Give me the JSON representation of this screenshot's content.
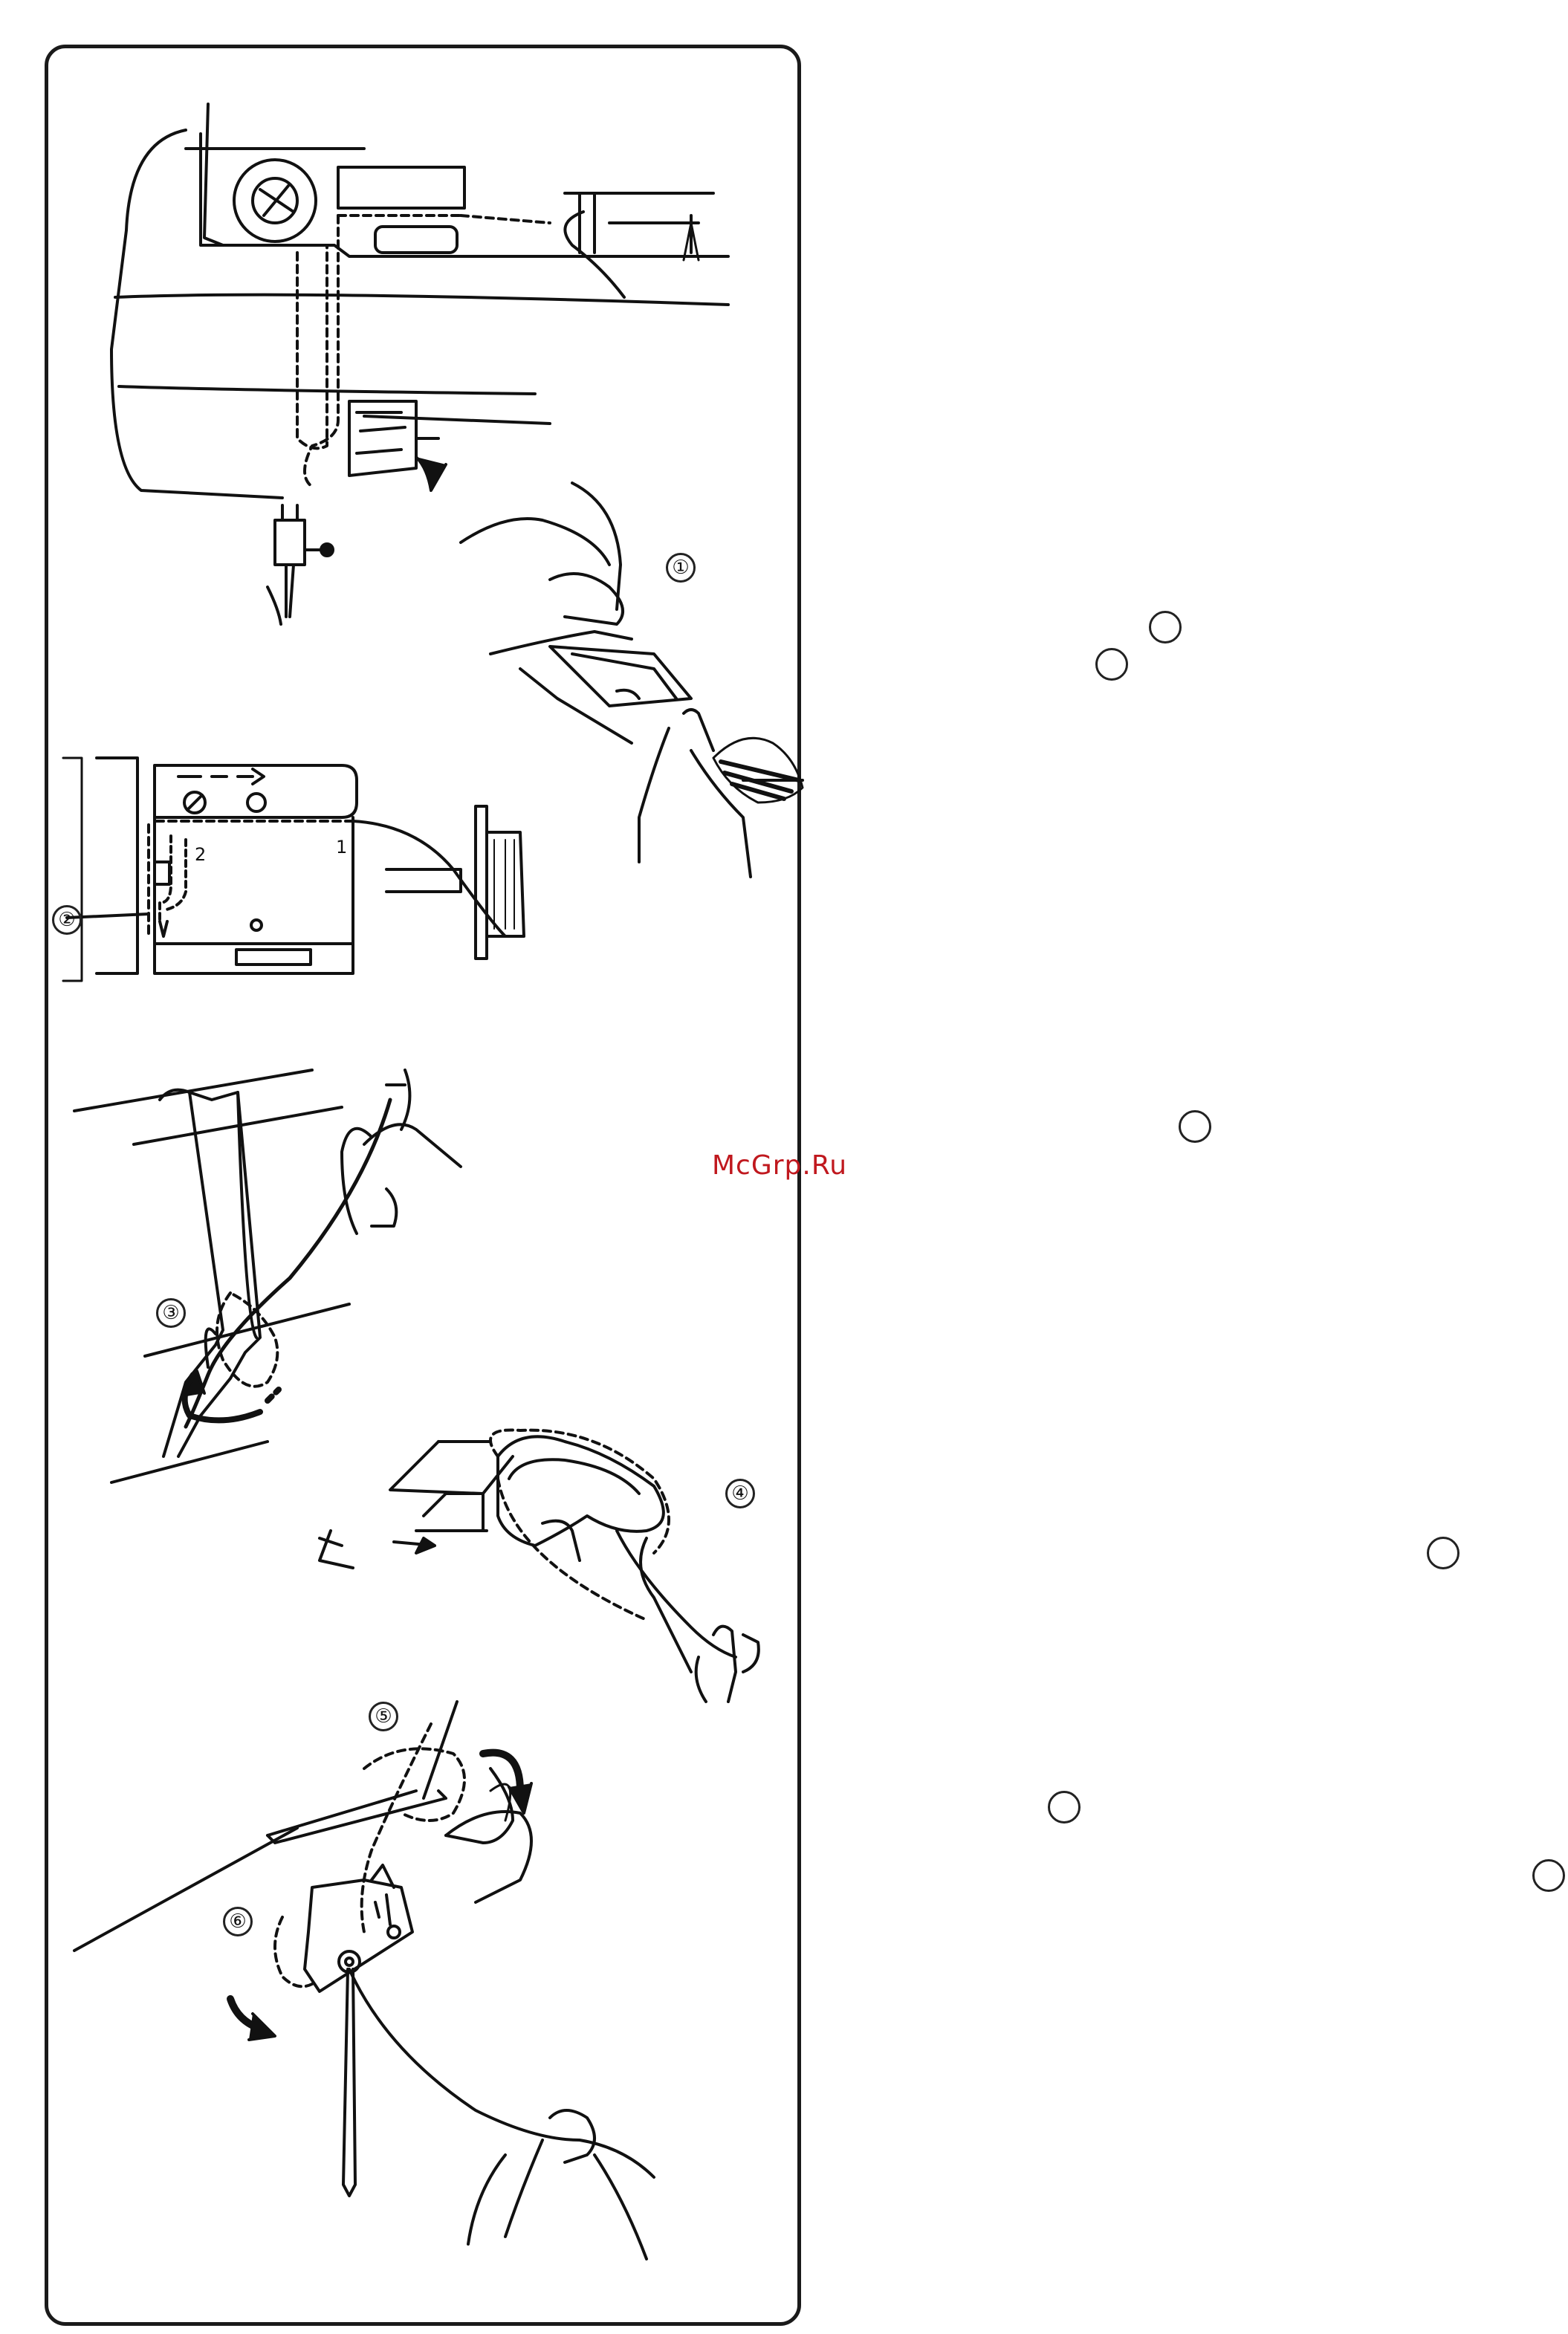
{
  "figure": {
    "markers": [
      {
        "id": "1",
        "text": "①"
      },
      {
        "id": "2",
        "text": "②"
      },
      {
        "id": "3",
        "text": "③"
      },
      {
        "id": "4",
        "text": "④"
      },
      {
        "id": "5",
        "text": "⑤"
      },
      {
        "id": "6",
        "text": "⑥"
      }
    ],
    "diagram_labels": {
      "path_1": "1",
      "path_2": "2"
    }
  },
  "watermark": {
    "text": "McGrp.Ru"
  },
  "colors": {
    "line": "#111111",
    "watermark": "#c0181e"
  }
}
